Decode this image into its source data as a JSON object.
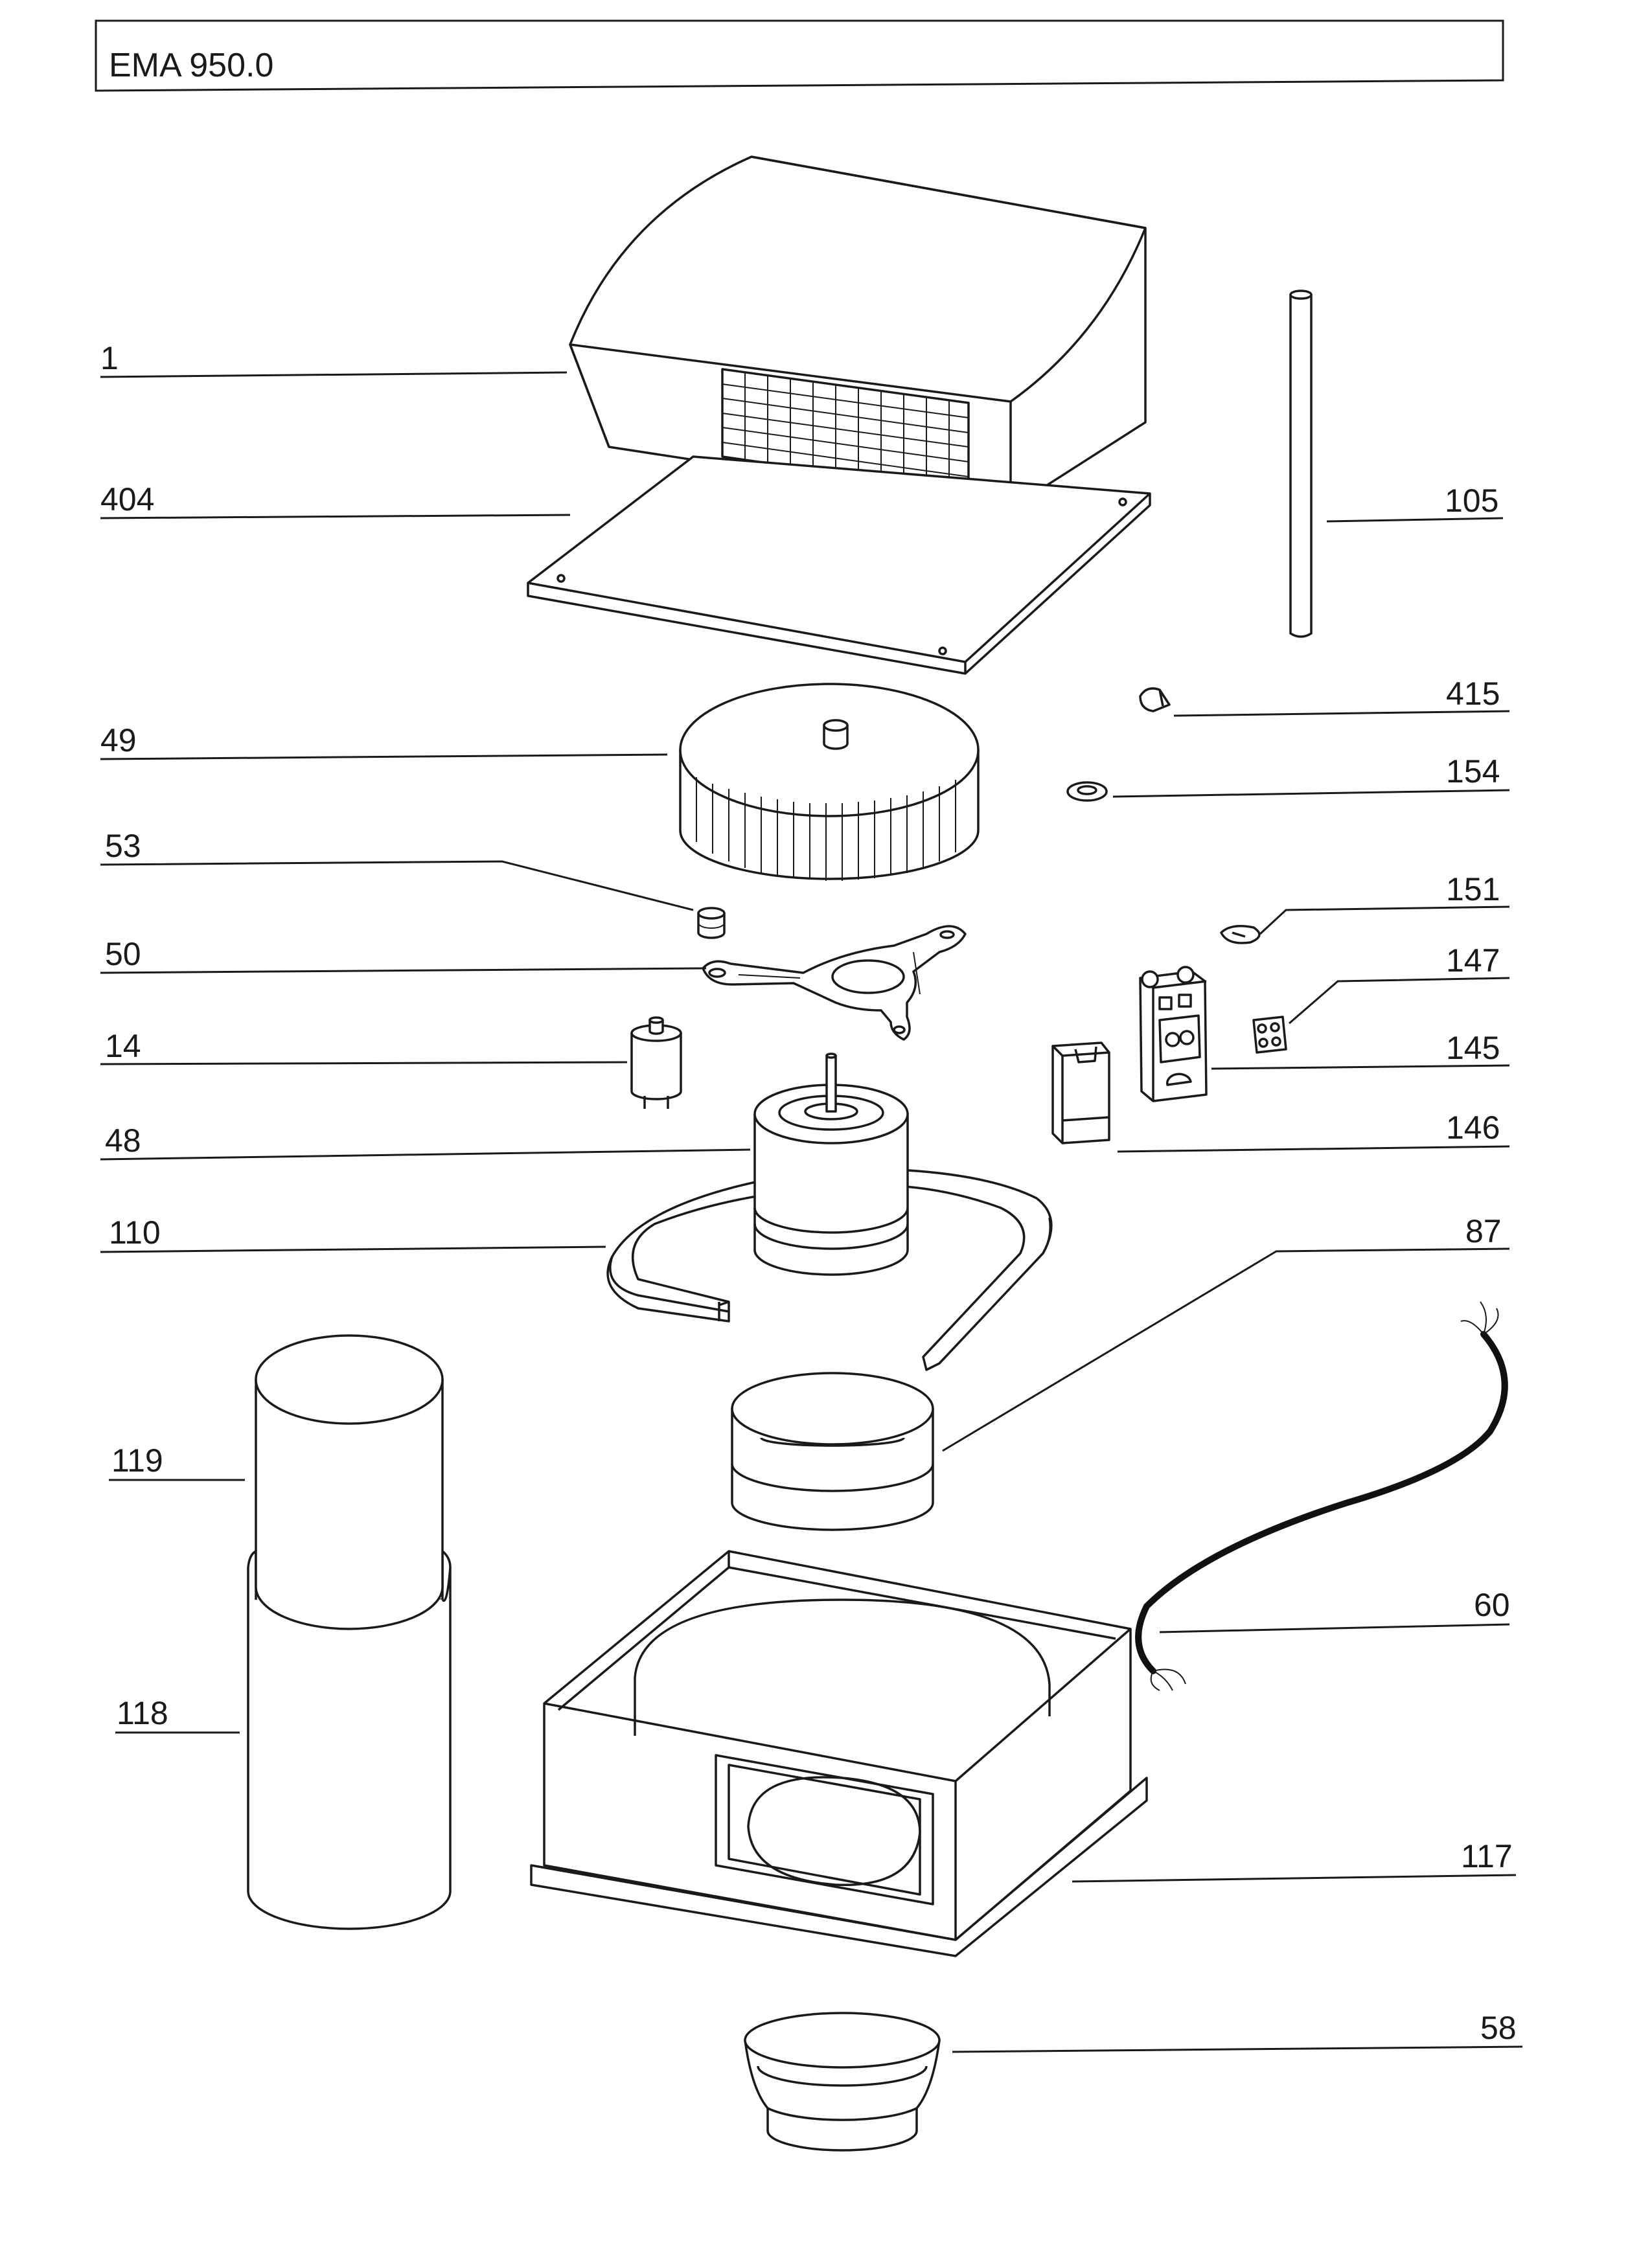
{
  "title": "EMA 950.0",
  "parts": {
    "p1": "1",
    "p404": "404",
    "p105": "105",
    "p415": "415",
    "p49": "49",
    "p154": "154",
    "p53": "53",
    "p151": "151",
    "p50": "50",
    "p147": "147",
    "p14": "14",
    "p145": "145",
    "p48": "48",
    "p146": "146",
    "p110": "110",
    "p87": "87",
    "p119": "119",
    "p60": "60",
    "p118": "118",
    "p117": "117",
    "p58": "58"
  }
}
